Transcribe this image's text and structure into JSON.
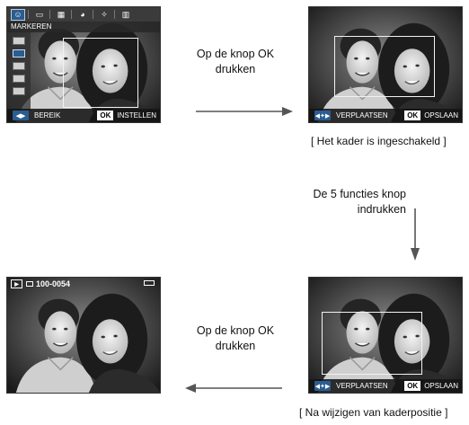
{
  "colors": {
    "bar": "#1a1a1a",
    "accent": "#2a5d91",
    "frame": "#f2f2f2",
    "arrow": "#555555"
  },
  "screen1": {
    "menu_icons": [
      "smile-icon",
      "frame-icon",
      "effect-icon",
      "palette-icon",
      "star-icon",
      "piano-icon"
    ],
    "submenu_title": "MARKEREN",
    "bar": {
      "nav_glyph": "◀▶",
      "left_label": "BEREIK",
      "ok": "OK",
      "right_label": "INSTELLEN"
    }
  },
  "screen2": {
    "bar": {
      "nav_glyph": "◀✦▶",
      "left_label": "VERPLAATSEN",
      "ok": "OK",
      "right_label": "OPSLAAN"
    },
    "caption": "[ Het kader is ingeschakeld ]"
  },
  "screen3": {
    "bar": {
      "nav_glyph": "◀✦▶",
      "left_label": "VERPLAATSEN",
      "ok": "OK",
      "right_label": "OPSLAAN"
    },
    "caption": "[ Na wijzigen van kaderpositie ]"
  },
  "screen4": {
    "file_number": "100-0054"
  },
  "steps": {
    "step1_line1": "Op de knop OK",
    "step1_line2": "drukken",
    "step2_line1": "De 5 functies knop",
    "step2_line2": "indrukken",
    "step3_line1": "Op de knop OK",
    "step3_line2": "drukken"
  }
}
